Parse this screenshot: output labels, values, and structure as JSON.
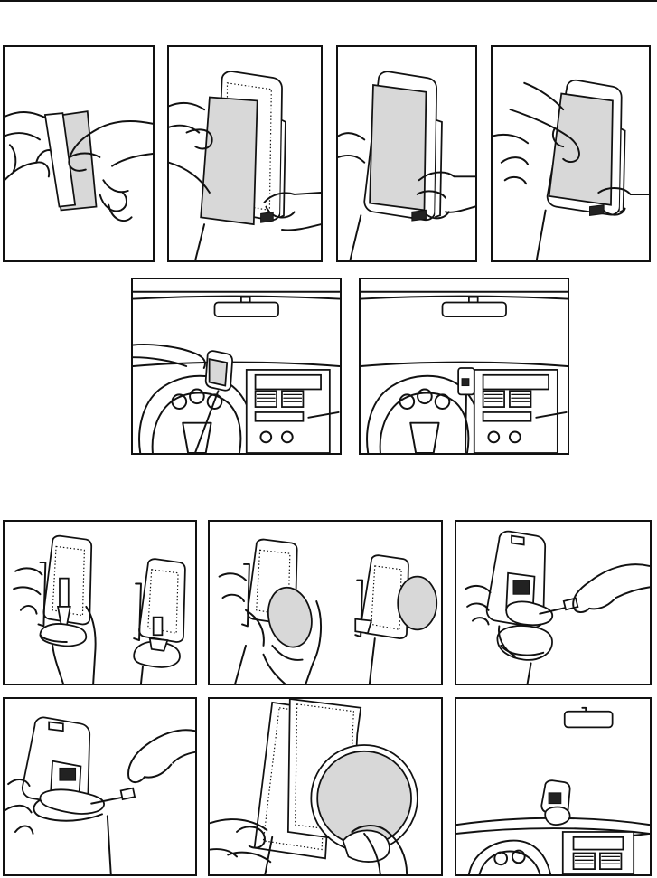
{
  "colors": {
    "line": "#111111",
    "paper": "#ffffff",
    "film": "#d8d8d8"
  },
  "section_a": {
    "steps": [
      {
        "icon": "peel-film-illustration"
      },
      {
        "icon": "apply-film-to-cradle-illustration"
      },
      {
        "icon": "press-device-into-cradle-illustration"
      },
      {
        "icon": "smooth-film-illustration"
      }
    ],
    "car_steps": [
      {
        "icon": "mount-on-windshield-illustration"
      },
      {
        "icon": "mounted-in-car-illustration"
      }
    ]
  },
  "section_b": {
    "steps": [
      {
        "icon": "attach-suction-base-illustration"
      },
      {
        "icon": "attach-adhesive-disc-illustration"
      },
      {
        "icon": "tighten-screw-illustration"
      },
      {
        "icon": "adjust-screw-illustration"
      },
      {
        "icon": "peel-disc-backing-illustration"
      },
      {
        "icon": "mounted-on-dashboard-illustration"
      }
    ]
  }
}
